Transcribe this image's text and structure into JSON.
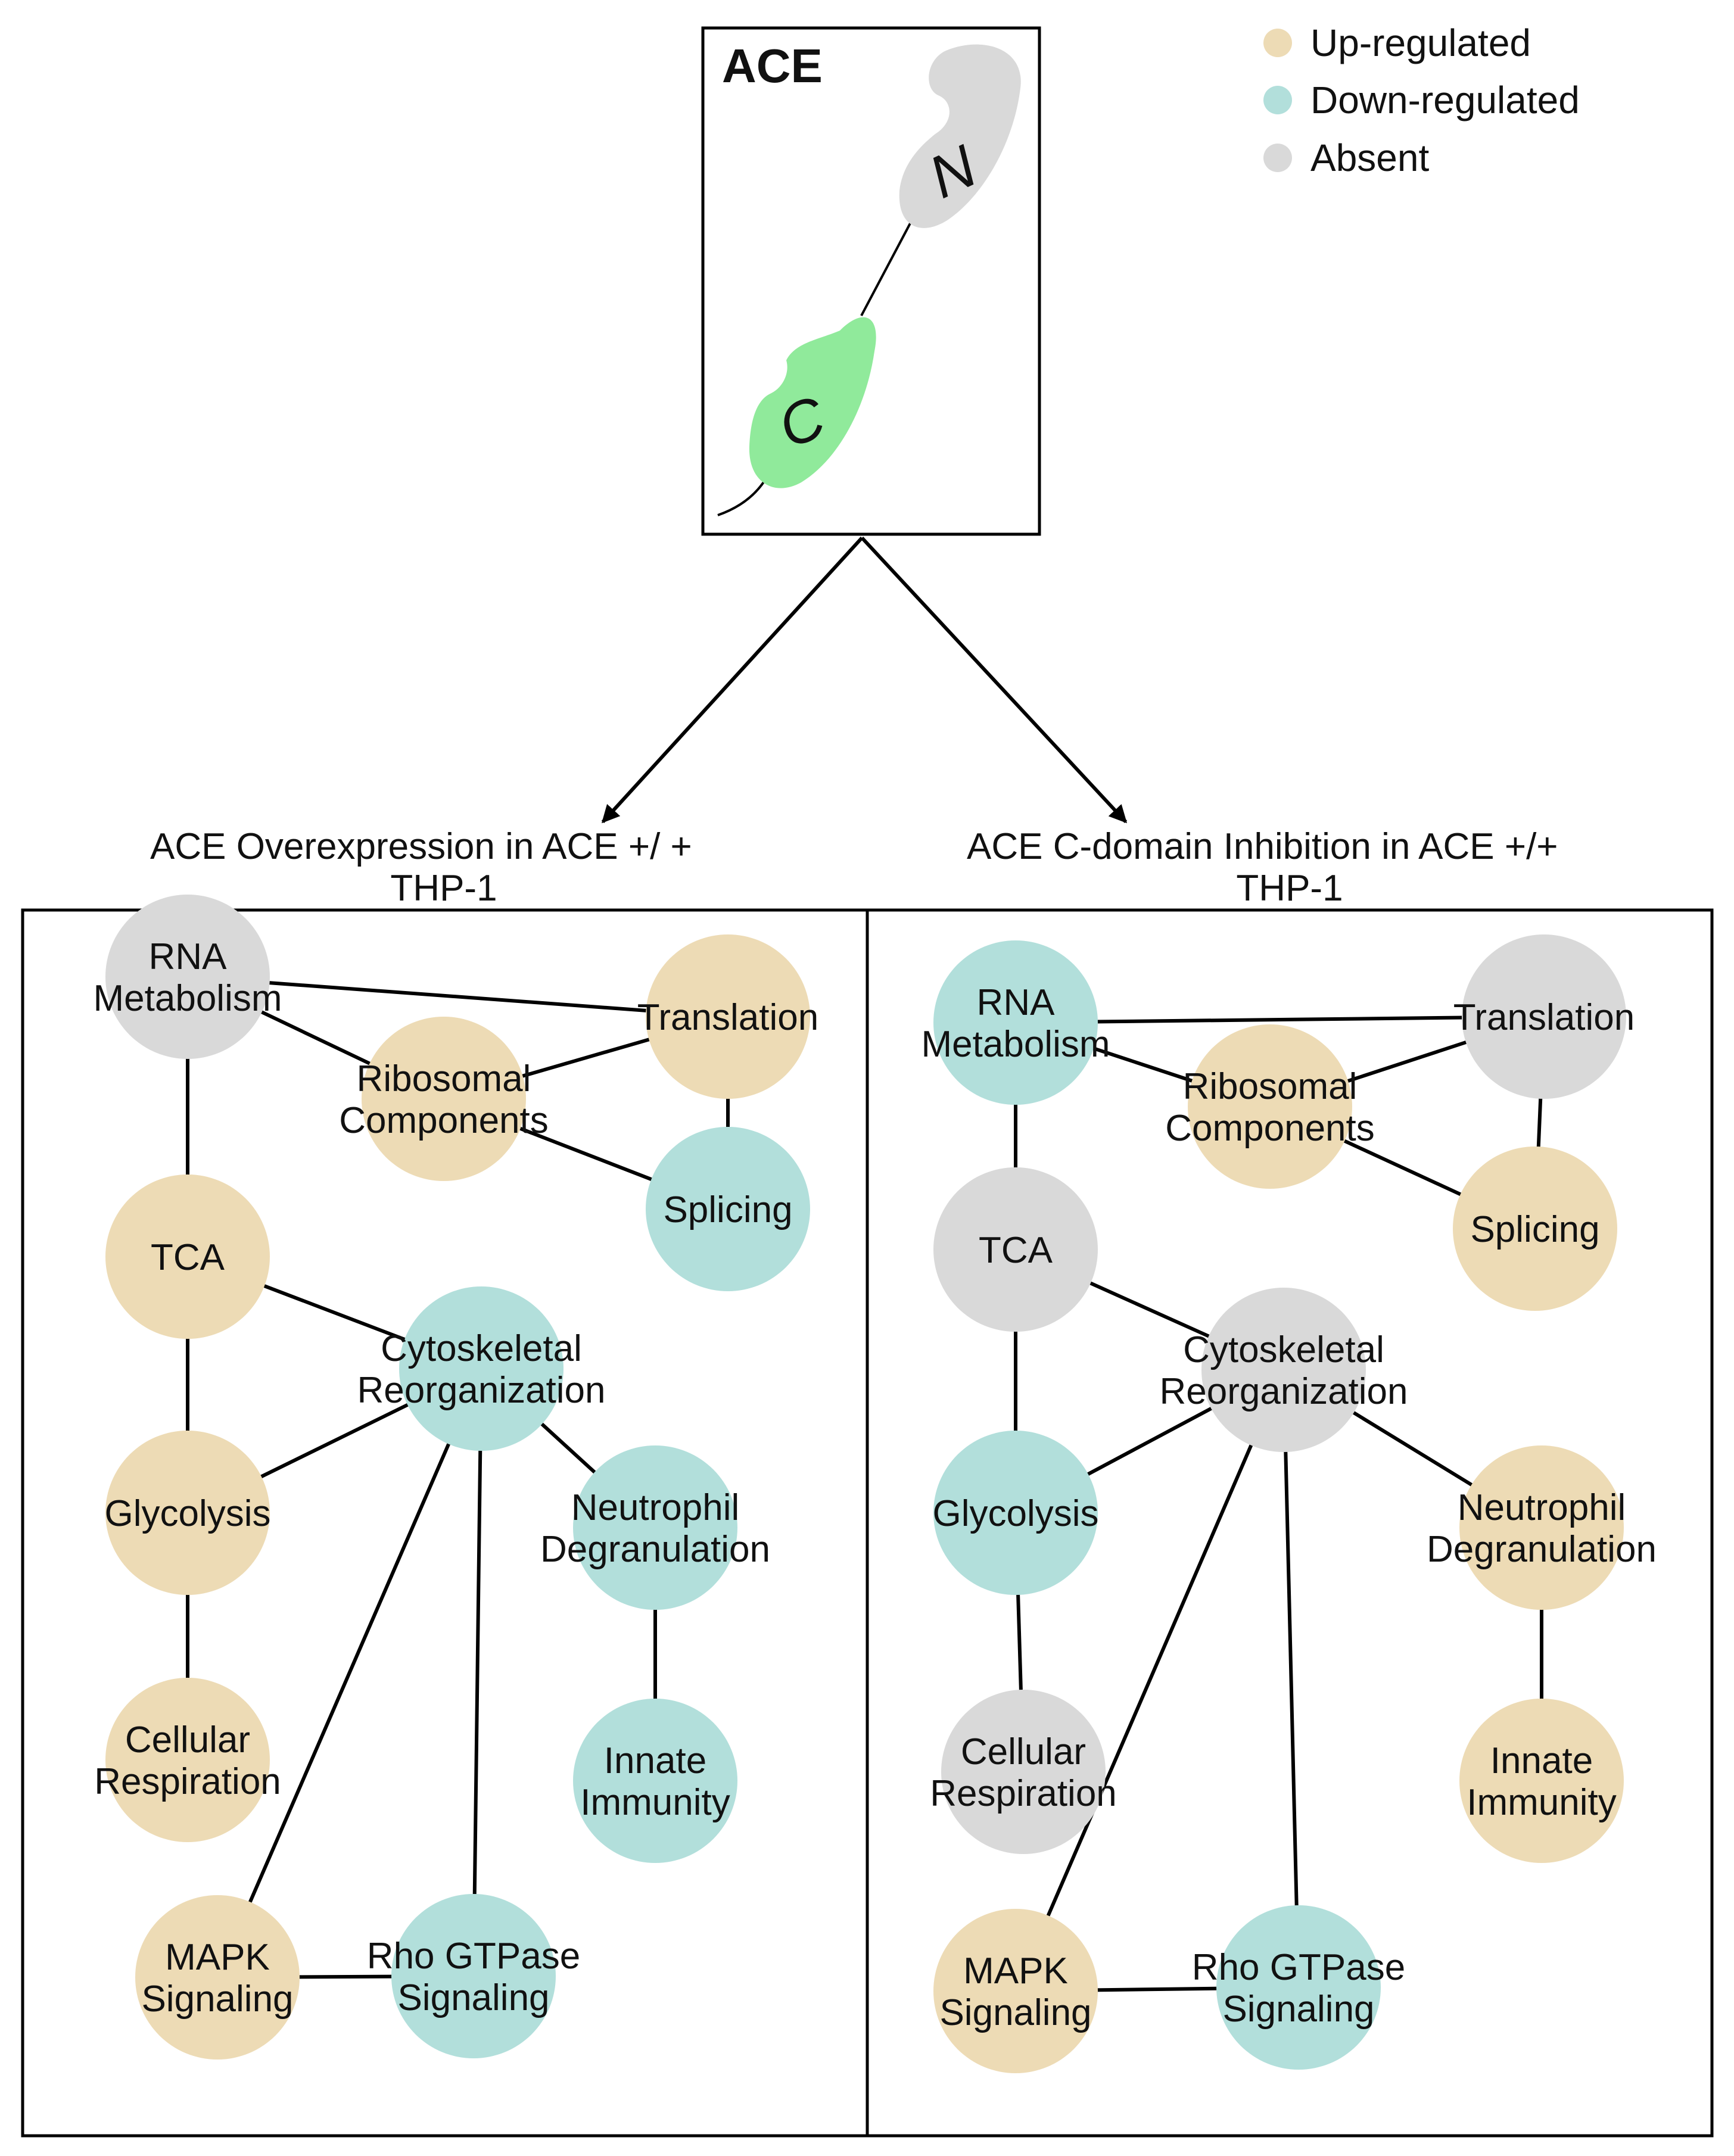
{
  "colors": {
    "up": "#eddbb5",
    "down": "#b2dfdb",
    "absent": "#d9d9d9",
    "c_domain": "#90ea9b",
    "n_domain": "#d9d9d9"
  },
  "legend": [
    {
      "label": "Up-regulated",
      "status": "up"
    },
    {
      "label": "Down-regulated",
      "status": "down"
    },
    {
      "label": "Absent",
      "status": "absent"
    }
  ],
  "ace_box": {
    "title": "ACE",
    "n_label": "N",
    "c_label": "C"
  },
  "panels": [
    {
      "title_line1": "ACE Overexpression in  ACE +/ +",
      "title_line2": "THP-1",
      "nodes": {
        "rna": {
          "lines": [
            "RNA",
            "Metabolism"
          ],
          "status": "absent"
        },
        "translation": {
          "lines": [
            "Translation"
          ],
          "status": "up"
        },
        "ribosomal": {
          "lines": [
            "Ribosomal",
            "Components"
          ],
          "status": "up"
        },
        "splicing": {
          "lines": [
            "Splicing"
          ],
          "status": "down"
        },
        "tca": {
          "lines": [
            "TCA"
          ],
          "status": "up"
        },
        "cyto": {
          "lines": [
            "Cytoskeletal",
            "Reorganization"
          ],
          "status": "down"
        },
        "glycolysis": {
          "lines": [
            "Glycolysis"
          ],
          "status": "up"
        },
        "neutrophil": {
          "lines": [
            "Neutrophil",
            "Degranulation"
          ],
          "status": "down"
        },
        "cellular": {
          "lines": [
            "Cellular",
            "Respiration"
          ],
          "status": "up"
        },
        "innate": {
          "lines": [
            "Innate",
            "Immunity"
          ],
          "status": "down"
        },
        "mapk": {
          "lines": [
            "MAPK",
            "Signaling"
          ],
          "status": "up"
        },
        "rho": {
          "lines": [
            "Rho GTPase",
            "Signaling"
          ],
          "status": "down"
        }
      }
    },
    {
      "title_line1": "ACE C-domain Inhibition in  ACE +/+",
      "title_line2": "THP-1",
      "nodes": {
        "rna": {
          "lines": [
            "RNA",
            "Metabolism"
          ],
          "status": "down"
        },
        "translation": {
          "lines": [
            "Translation"
          ],
          "status": "absent"
        },
        "ribosomal": {
          "lines": [
            "Ribosomal",
            "Components"
          ],
          "status": "up"
        },
        "splicing": {
          "lines": [
            "Splicing"
          ],
          "status": "up"
        },
        "tca": {
          "lines": [
            "TCA"
          ],
          "status": "absent"
        },
        "cyto": {
          "lines": [
            "Cytoskeletal",
            "Reorganization"
          ],
          "status": "absent"
        },
        "glycolysis": {
          "lines": [
            "Glycolysis"
          ],
          "status": "down"
        },
        "neutrophil": {
          "lines": [
            "Neutrophil",
            "Degranulation"
          ],
          "status": "up"
        },
        "cellular": {
          "lines": [
            "Cellular",
            "Respiration"
          ],
          "status": "absent"
        },
        "innate": {
          "lines": [
            "Innate",
            "Immunity"
          ],
          "status": "up"
        },
        "mapk": {
          "lines": [
            "MAPK",
            "Signaling"
          ],
          "status": "up"
        },
        "rho": {
          "lines": [
            "Rho GTPase",
            "Signaling"
          ],
          "status": "down"
        }
      }
    }
  ],
  "edges": [
    [
      "rna",
      "translation"
    ],
    [
      "rna",
      "ribosomal"
    ],
    [
      "ribosomal",
      "translation"
    ],
    [
      "translation",
      "splicing"
    ],
    [
      "ribosomal",
      "splicing"
    ],
    [
      "rna",
      "tca"
    ],
    [
      "tca",
      "cyto"
    ],
    [
      "tca",
      "glycolysis"
    ],
    [
      "glycolysis",
      "cyto"
    ],
    [
      "glycolysis",
      "cellular"
    ],
    [
      "cyto",
      "neutrophil"
    ],
    [
      "neutrophil",
      "innate"
    ],
    [
      "cyto",
      "mapk"
    ],
    [
      "cyto",
      "rho"
    ],
    [
      "mapk",
      "rho"
    ]
  ]
}
